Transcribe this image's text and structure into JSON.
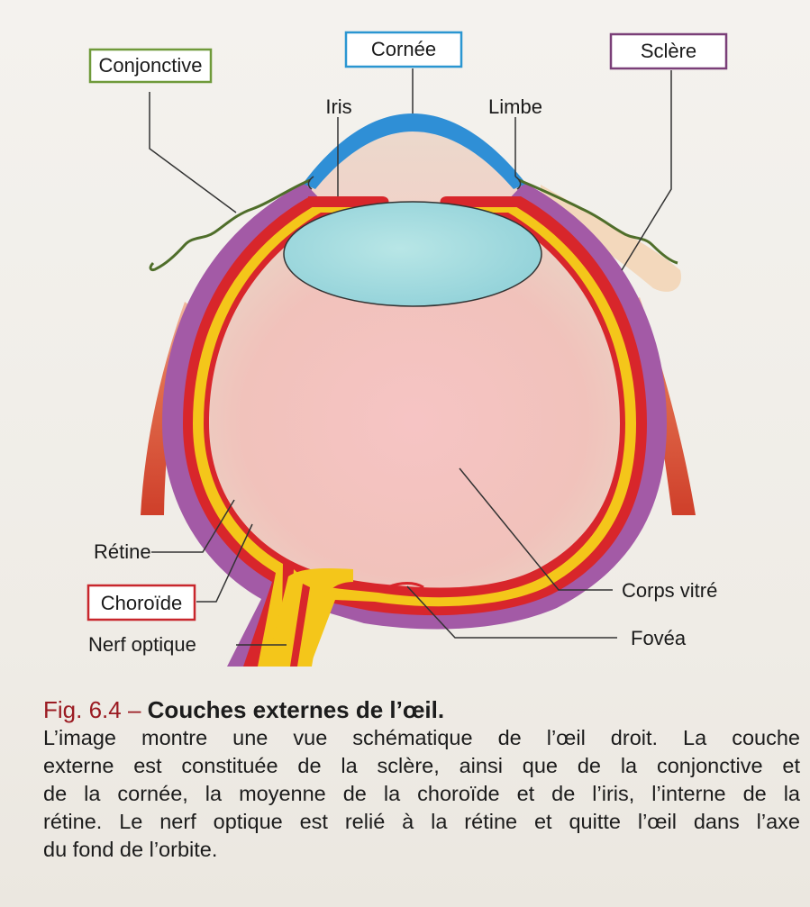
{
  "diagram": {
    "labels": {
      "conjonctive": "Conjonctive",
      "cornee": "Cornée",
      "sclere": "Sclère",
      "iris": "Iris",
      "limbe": "Limbe",
      "retine": "Rétine",
      "choroide": "Choroïde",
      "nerf_optique": "Nerf optique",
      "corps_vitre": "Corps vitré",
      "fovea": "Fovéa"
    },
    "colors": {
      "conjonctive_box": "#6f9a3a",
      "cornee_box": "#2a96d1",
      "sclere_box": "#7a3f78",
      "choroide_box": "#c8262c",
      "sclera": "#a35aa6",
      "choroid": "#d8262b",
      "retina": "#f4c61a",
      "cornea": "#2f8fd6",
      "lens": "#a9dbe0",
      "vitreous": "#f3c3c0",
      "muscle": "#d9563e"
    }
  },
  "caption": {
    "number": "Fig. 6.4",
    "separator": "–",
    "title": "Couches externes de l’œil.",
    "lines": [
      "L’image montre une vue schématique de l’œil droit. La couche",
      "externe est constituée de la sclère, ainsi que de la conjonctive et",
      "de la cornée, la moyenne de la choroïde et de l’iris, l’interne de la",
      "rétine. Le nerf optique est relié à la rétine et quitte l’œil dans l’axe",
      "du fond de l’orbite."
    ]
  }
}
